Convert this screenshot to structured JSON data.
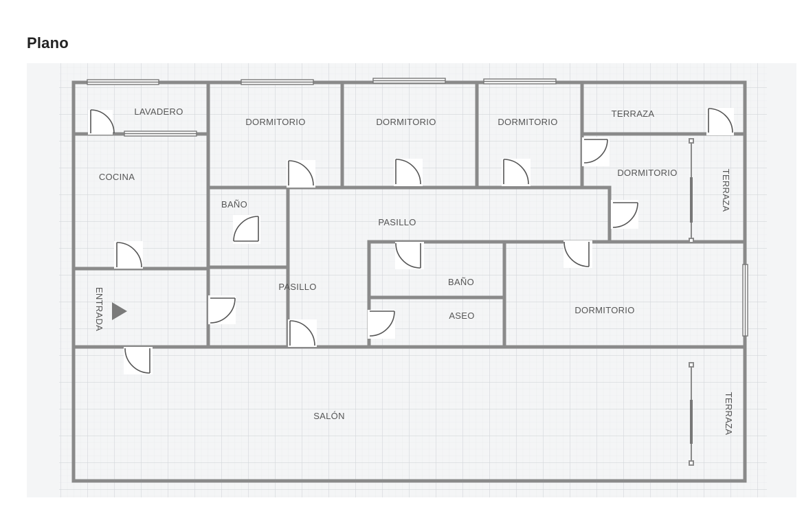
{
  "page": {
    "title": "Plano"
  },
  "plan": {
    "wall_color": "#8a8a8a",
    "grid_color": "#d7dadd",
    "background_color": "#f4f5f6",
    "rooms": {
      "lavadero": "LAVADERO",
      "dormitorio_1": "DORMITORIO",
      "dormitorio_2": "DORMITORIO",
      "dormitorio_3": "DORMITORIO",
      "terraza_top": "TERRAZA",
      "cocina": "COCINA",
      "dormitorio_4": "DORMITORIO",
      "terraza_right_upper": "TERRAZA",
      "bano_1": "BAÑO",
      "pasillo_1": "PASILLO",
      "entrada": "ENTRADA",
      "pasillo_2": "PASILLO",
      "bano_2": "BAÑO",
      "aseo": "ASEO",
      "dormitorio_5": "DORMITORIO",
      "salon": "SALÓN",
      "terraza_right_lower": "TERRAZA"
    }
  }
}
